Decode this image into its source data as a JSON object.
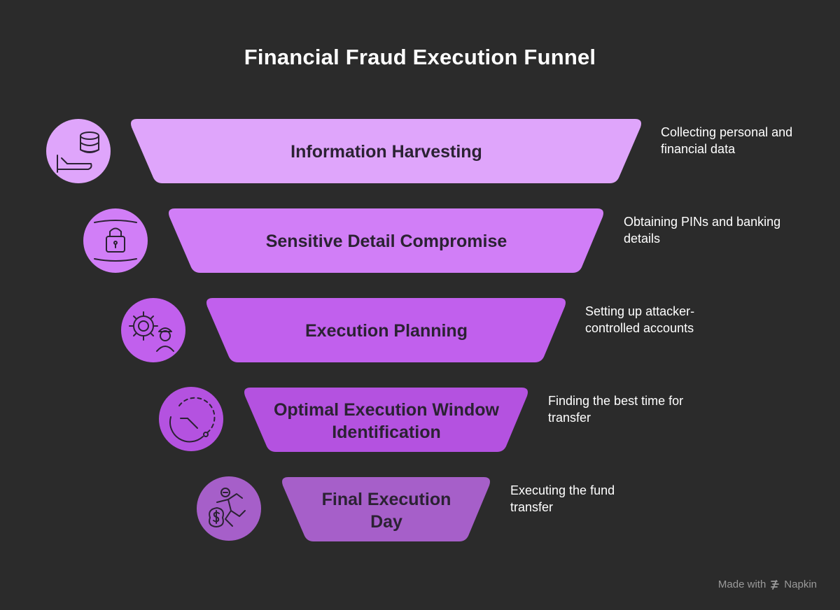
{
  "title": "Financial Fraud Execution Funnel",
  "stages": [
    {
      "label_lines": [
        "Information Harvesting"
      ],
      "description": "Collecting personal and financial data",
      "icon": "database-hand-icon",
      "color": "#dfa5fb"
    },
    {
      "label_lines": [
        "Sensitive Detail Compromise"
      ],
      "description": "Obtaining PINs and banking details",
      "icon": "lock-scan-icon",
      "color": "#d17ef7"
    },
    {
      "label_lines": [
        "Execution Planning"
      ],
      "description": "Setting up attacker-controlled accounts",
      "icon": "gear-worker-icon",
      "color": "#c160ed"
    },
    {
      "label_lines": [
        "Optimal Execution Window",
        "Identification"
      ],
      "description": "Finding the best time for transfer",
      "icon": "timer-dial-icon",
      "color": "#b452e0"
    },
    {
      "label_lines": [
        "Final Execution",
        "Day"
      ],
      "description": "Executing the fund transfer",
      "icon": "money-runner-icon",
      "color": "#a65fc9"
    }
  ],
  "footer": {
    "made_with": "Made with",
    "brand": "Napkin"
  }
}
